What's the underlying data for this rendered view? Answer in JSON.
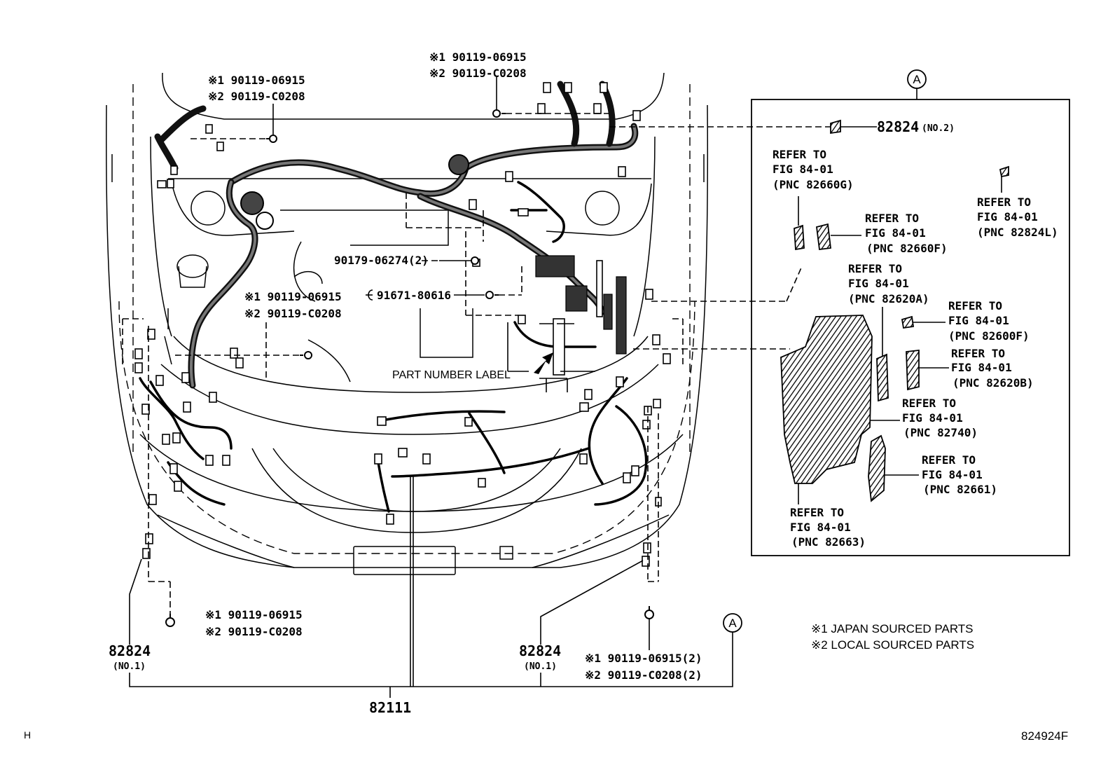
{
  "diagram_code": "824924F",
  "corner_mark": "H",
  "callout_letter": "A",
  "part_number_label": "PART NUMBER LABEL",
  "legend": {
    "japan": "※1 JAPAN SOURCED PARTS",
    "local": "※2 LOCAL SOURCED PARTS"
  },
  "fasteners": {
    "top_center": {
      "j": "※1 90119-06915",
      "l": "※2 90119-C0208"
    },
    "top_left": {
      "j": "※1 90119-06915",
      "l": "※2 90119-C0208"
    },
    "mid_left": {
      "j": "※1 90119-06915",
      "l": "※2 90119-C0208"
    },
    "bottom_left": {
      "j": "※1 90119-06915",
      "l": "※2 90119-C0208"
    },
    "bottom_right": {
      "j": "※1 90119-06915(2)",
      "l": "※2 90119-C0208(2)"
    },
    "clip_mid": "90179-06274(2)",
    "bolt_mid": "91671-80616"
  },
  "parts": {
    "main_harness": "82111",
    "block_left": {
      "pn": "82824",
      "sub": "(NO.1)"
    },
    "block_right": {
      "pn": "82824",
      "sub": "(NO.1)"
    },
    "block_no2": {
      "pn": "82824",
      "sub": "(NO.2)"
    }
  },
  "refer_to": [
    {
      "l1": "REFER TO",
      "l2": "FIG 84-01",
      "l3": "(PNC 82660G)"
    },
    {
      "l1": "REFER TO",
      "l2": "FIG 84-01",
      "l3": "(PNC 82824L)"
    },
    {
      "l1": "REFER TO",
      "l2": "FIG 84-01",
      "l3": "(PNC 82660F)"
    },
    {
      "l1": "REFER TO",
      "l2": "FIG 84-01",
      "l3": "(PNC 82620A)"
    },
    {
      "l1": "REFER TO",
      "l2": "FIG 84-01",
      "l3": "(PNC 82600F)"
    },
    {
      "l1": "REFER TO",
      "l2": "FIG 84-01",
      "l3": "(PNC 82620B)"
    },
    {
      "l1": "REFER TO",
      "l2": "FIG 84-01",
      "l3": "(PNC 82740)"
    },
    {
      "l1": "REFER TO",
      "l2": "FIG 84-01",
      "l3": "(PNC 82661)"
    },
    {
      "l1": "REFER TO",
      "l2": "FIG 84-01",
      "l3": "(PNC 82663)"
    }
  ]
}
